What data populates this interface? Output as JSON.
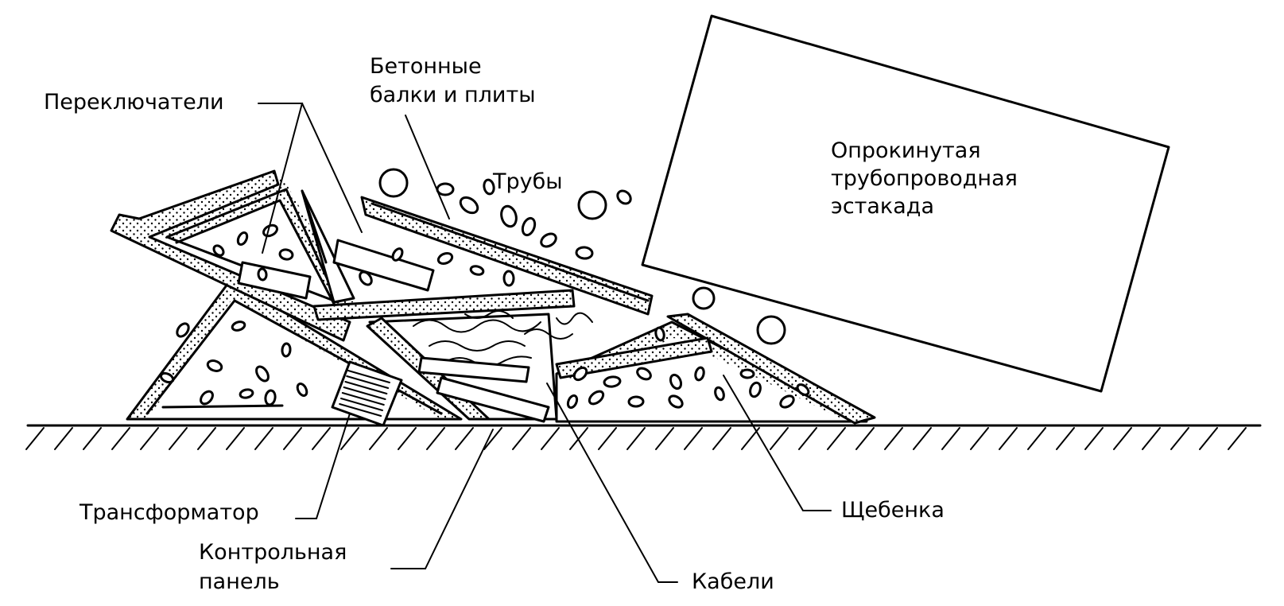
{
  "labels": {
    "switches": "Переключатели",
    "beams_line1": "Бетонные",
    "beams_line2": "балки и плиты",
    "pipes": "Трубы",
    "trestle_line1": "Опрокинутая",
    "trestle_line2": "трубопроводная",
    "trestle_line3": "эстакада",
    "transformer": "Трансформатор",
    "control_line1": "Контрольная",
    "control_line2": "панель",
    "cables": "Кабели",
    "gravel": "Щебенка"
  },
  "colors": {
    "ink": "#000000",
    "paper": "#ffffff"
  }
}
